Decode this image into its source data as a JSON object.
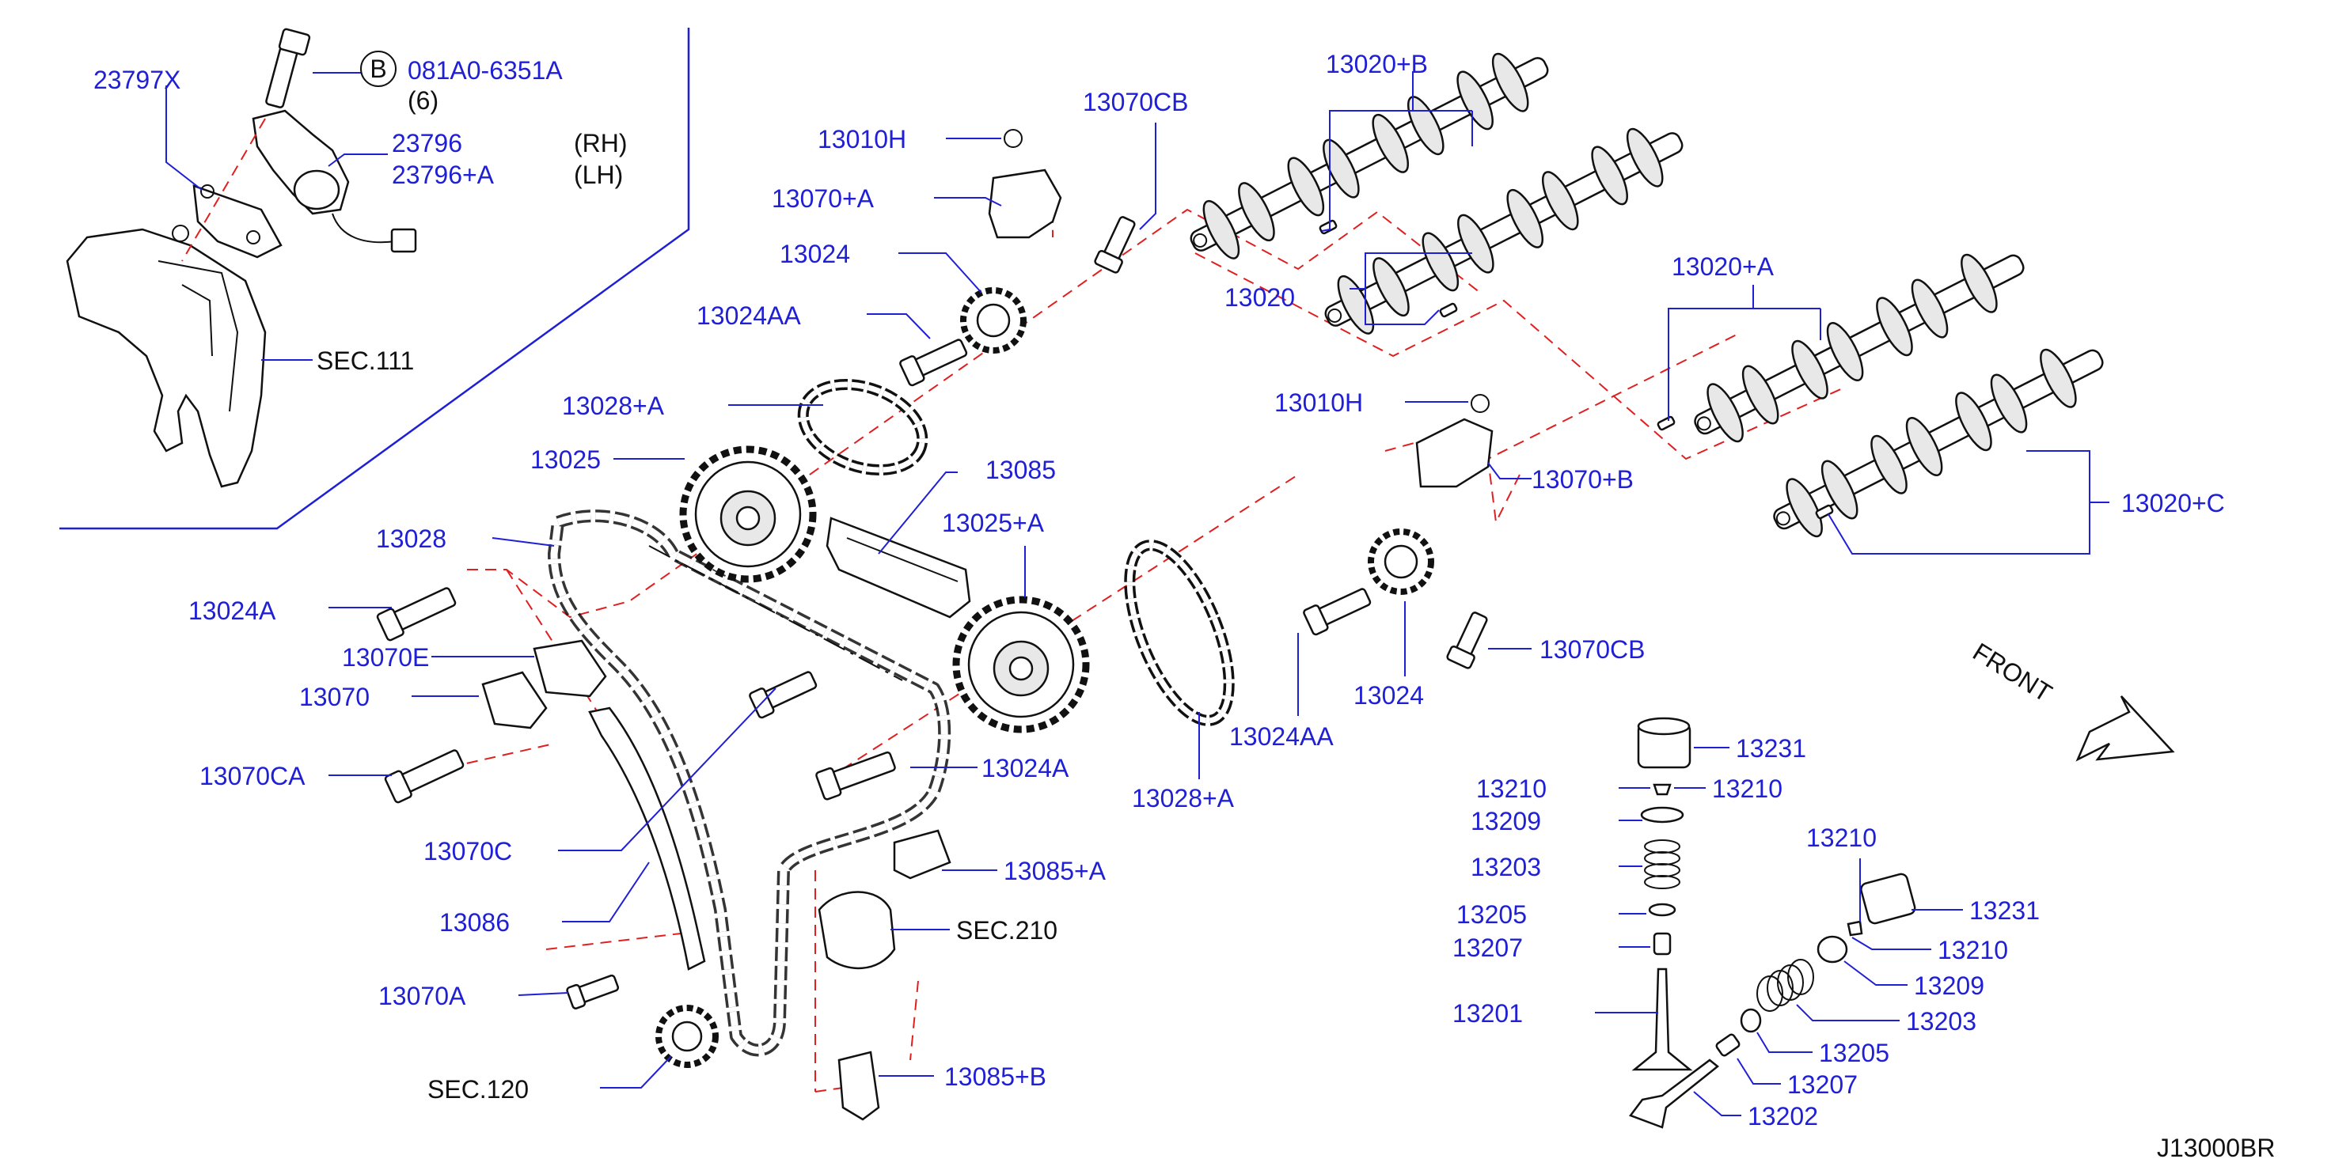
{
  "diagram_code": "J13000BR",
  "front_label": "FRONT",
  "inset": {
    "circle_letter": "B",
    "bolt_part": "081A0-6351A",
    "bolt_qty": "(6)",
    "sensor_part": "23797X",
    "rh_part": "23796",
    "lh_part": "23796+A",
    "rh_note": "(RH)",
    "lh_note": "(LH)",
    "sec_ref": "SEC.111"
  },
  "labels": {
    "p13010H_a": "13010H",
    "p13070CB_a": "13070CB",
    "p13070A_plus": "13070+A",
    "p13024_a": "13024",
    "p13024AA_a": "13024AA",
    "p13028A_a": "13028+A",
    "p13025": "13025",
    "p13028": "13028",
    "p13085": "13085",
    "p13025A": "13025+A",
    "p13024A_a": "13024A",
    "p13070E": "13070E",
    "p13070": "13070",
    "p13070CA": "13070CA",
    "p13070C": "13070C",
    "p13086": "13086",
    "p13070A": "13070A",
    "sec120": "SEC.120",
    "p13024A_b": "13024A",
    "p13085A": "13085+A",
    "sec210": "SEC.210",
    "p13085B": "13085+B",
    "p13028A_b": "13028+A",
    "p13024AA_b": "13024AA",
    "p13024_b": "13024",
    "p13070CB_b": "13070CB",
    "p13010H_b": "13010H",
    "p13070B": "13070+B",
    "p13020B": "13020+B",
    "p13020": "13020",
    "p13020A": "13020+A",
    "p13020C": "13020+C",
    "v13231_a": "13231",
    "v13210_a": "13210",
    "v13210_b": "13210",
    "v13209_a": "13209",
    "v13203_a": "13203",
    "v13205_a": "13205",
    "v13207_a": "13207",
    "v13201": "13201",
    "v13210_c": "13210",
    "v13231_b": "13231",
    "v13210_d": "13210",
    "v13209_b": "13209",
    "v13203_b": "13203",
    "v13205_b": "13205",
    "v13207_b": "13207",
    "v13202": "13202"
  }
}
